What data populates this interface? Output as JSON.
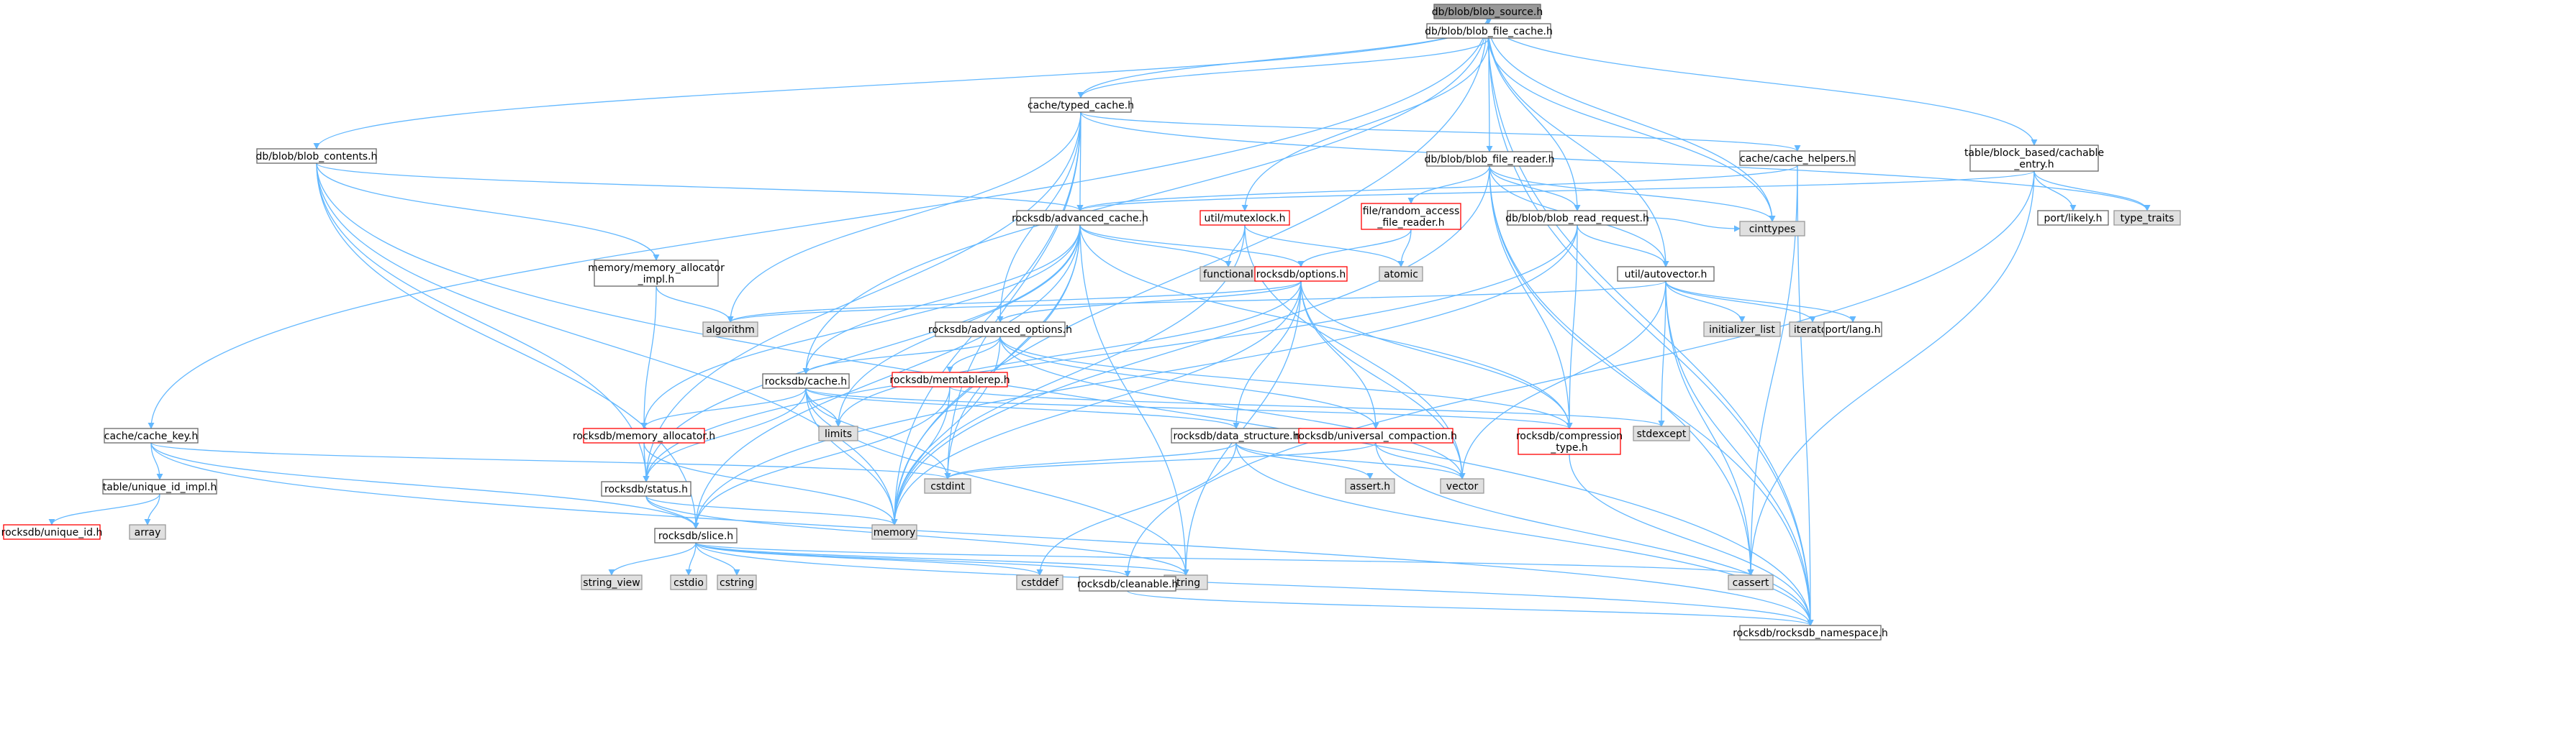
{
  "colors": {
    "edge": "#63b8ff",
    "normal_fill": "#ffffff",
    "normal_stroke": "#666666",
    "grey_fill": "#e0e0e0",
    "grey_stroke": "#999999",
    "red_stroke": "#ff0000",
    "root_fill": "#999999",
    "root_stroke": "#666666"
  },
  "nodes": [
    {
      "id": "root",
      "label": [
        "db/blob/blob_source.h"
      ],
      "style": "root"
    },
    {
      "id": "blob_file_cache",
      "label": [
        "db/blob/blob_file_cache.h"
      ],
      "style": "normal"
    },
    {
      "id": "typed_cache",
      "label": [
        "cache/typed_cache.h"
      ],
      "style": "normal"
    },
    {
      "id": "blob_contents",
      "label": [
        "db/blob/blob_contents.h"
      ],
      "style": "normal"
    },
    {
      "id": "blob_file_reader",
      "label": [
        "db/blob/blob_file_reader.h"
      ],
      "style": "normal"
    },
    {
      "id": "cache_helpers",
      "label": [
        "cache/cache_helpers.h"
      ],
      "style": "normal"
    },
    {
      "id": "cachable_entry",
      "label": [
        "table/block_based/cachable",
        "_entry.h"
      ],
      "style": "normal"
    },
    {
      "id": "advanced_cache",
      "label": [
        "rocksdb/advanced_cache.h"
      ],
      "style": "normal"
    },
    {
      "id": "mutexlock",
      "label": [
        "util/mutexlock.h"
      ],
      "style": "red"
    },
    {
      "id": "random_access",
      "label": [
        "file/random_access",
        "_file_reader.h"
      ],
      "style": "red"
    },
    {
      "id": "blob_read_request",
      "label": [
        "db/blob/blob_read_request.h"
      ],
      "style": "normal"
    },
    {
      "id": "port_likely",
      "label": [
        "port/likely.h"
      ],
      "style": "normal"
    },
    {
      "id": "type_traits",
      "label": [
        "type_traits"
      ],
      "style": "grey"
    },
    {
      "id": "cinttypes",
      "label": [
        "cinttypes"
      ],
      "style": "grey"
    },
    {
      "id": "functional",
      "label": [
        "functional"
      ],
      "style": "grey"
    },
    {
      "id": "atomic",
      "label": [
        "atomic"
      ],
      "style": "grey"
    },
    {
      "id": "memory_allocator_impl",
      "label": [
        "memory/memory_allocator",
        "_impl.h"
      ],
      "style": "normal"
    },
    {
      "id": "options",
      "label": [
        "rocksdb/options.h"
      ],
      "style": "red"
    },
    {
      "id": "autovector",
      "label": [
        "util/autovector.h"
      ],
      "style": "normal"
    },
    {
      "id": "algorithm",
      "label": [
        "algorithm"
      ],
      "style": "grey"
    },
    {
      "id": "advanced_options",
      "label": [
        "rocksdb/advanced_options.h"
      ],
      "style": "normal"
    },
    {
      "id": "initializer_list",
      "label": [
        "initializer_list"
      ],
      "style": "grey"
    },
    {
      "id": "iterator",
      "label": [
        "iterator"
      ],
      "style": "grey"
    },
    {
      "id": "port_lang",
      "label": [
        "port/lang.h"
      ],
      "style": "normal"
    },
    {
      "id": "memtablerep",
      "label": [
        "rocksdb/memtablerep.h"
      ],
      "style": "red"
    },
    {
      "id": "cache_h",
      "label": [
        "rocksdb/cache.h"
      ],
      "style": "normal"
    },
    {
      "id": "limits",
      "label": [
        "limits"
      ],
      "style": "grey"
    },
    {
      "id": "compression_type",
      "label": [
        "rocksdb/compression",
        "_type.h"
      ],
      "style": "red"
    },
    {
      "id": "stdexcept",
      "label": [
        "stdexcept"
      ],
      "style": "grey"
    },
    {
      "id": "cache_key",
      "label": [
        "cache/cache_key.h"
      ],
      "style": "normal"
    },
    {
      "id": "memory_allocator",
      "label": [
        "rocksdb/memory_allocator.h"
      ],
      "style": "red"
    },
    {
      "id": "data_structure",
      "label": [
        "rocksdb/data_structure.h"
      ],
      "style": "normal"
    },
    {
      "id": "universal_compaction",
      "label": [
        "rocksdb/universal_compaction.h"
      ],
      "style": "red"
    },
    {
      "id": "cstdint",
      "label": [
        "cstdint"
      ],
      "style": "grey"
    },
    {
      "id": "unique_id_impl",
      "label": [
        "table/unique_id_impl.h"
      ],
      "style": "normal"
    },
    {
      "id": "status",
      "label": [
        "rocksdb/status.h"
      ],
      "style": "normal"
    },
    {
      "id": "assert_h",
      "label": [
        "assert.h"
      ],
      "style": "grey"
    },
    {
      "id": "vector",
      "label": [
        "vector"
      ],
      "style": "grey"
    },
    {
      "id": "array",
      "label": [
        "array"
      ],
      "style": "grey"
    },
    {
      "id": "unique_id",
      "label": [
        "rocksdb/unique_id.h"
      ],
      "style": "red"
    },
    {
      "id": "memory",
      "label": [
        "memory"
      ],
      "style": "grey"
    },
    {
      "id": "slice",
      "label": [
        "rocksdb/slice.h"
      ],
      "style": "normal"
    },
    {
      "id": "string",
      "label": [
        "string"
      ],
      "style": "grey"
    },
    {
      "id": "cassert",
      "label": [
        "cassert"
      ],
      "style": "grey"
    },
    {
      "id": "string_view",
      "label": [
        "string_view"
      ],
      "style": "grey"
    },
    {
      "id": "cstdio",
      "label": [
        "cstdio"
      ],
      "style": "grey"
    },
    {
      "id": "cstring",
      "label": [
        "cstring"
      ],
      "style": "grey"
    },
    {
      "id": "cstddef",
      "label": [
        "cstddef"
      ],
      "style": "grey"
    },
    {
      "id": "cleanable",
      "label": [
        "rocksdb/cleanable.h"
      ],
      "style": "normal"
    },
    {
      "id": "namespace",
      "label": [
        "rocksdb/rocksdb_namespace.h"
      ],
      "style": "normal"
    }
  ],
  "edges": [
    [
      "root",
      "blob_file_cache"
    ],
    [
      "root",
      "typed_cache"
    ],
    [
      "root",
      "blob_contents"
    ],
    [
      "root",
      "cache_key"
    ],
    [
      "root",
      "cachable_entry"
    ],
    [
      "root",
      "blob_read_request"
    ],
    [
      "root",
      "autovector"
    ],
    [
      "root",
      "cinttypes"
    ],
    [
      "root",
      "cache_h"
    ],
    [
      "root",
      "memory"
    ],
    [
      "root",
      "namespace"
    ],
    [
      "blob_file_cache",
      "typed_cache"
    ],
    [
      "blob_file_cache",
      "blob_file_reader"
    ],
    [
      "blob_file_cache",
      "mutexlock"
    ],
    [
      "blob_file_cache",
      "cinttypes"
    ],
    [
      "blob_file_cache",
      "namespace"
    ],
    [
      "typed_cache",
      "cache_helpers"
    ],
    [
      "typed_cache",
      "advanced_cache"
    ],
    [
      "typed_cache",
      "advanced_options"
    ],
    [
      "typed_cache",
      "type_traits"
    ],
    [
      "typed_cache",
      "algorithm"
    ],
    [
      "typed_cache",
      "cstdint"
    ],
    [
      "typed_cache",
      "memory"
    ],
    [
      "typed_cache",
      "status"
    ],
    [
      "blob_contents",
      "advanced_cache"
    ],
    [
      "blob_contents",
      "memory_allocator_impl"
    ],
    [
      "blob_contents",
      "slice"
    ],
    [
      "blob_contents",
      "status"
    ],
    [
      "blob_contents",
      "memory"
    ],
    [
      "blob_contents",
      "namespace"
    ],
    [
      "blob_file_reader",
      "random_access"
    ],
    [
      "blob_file_reader",
      "blob_read_request"
    ],
    [
      "blob_file_reader",
      "autovector"
    ],
    [
      "blob_file_reader",
      "compression_type"
    ],
    [
      "blob_file_reader",
      "cinttypes"
    ],
    [
      "blob_file_reader",
      "memory"
    ],
    [
      "blob_file_reader",
      "cassert"
    ],
    [
      "blob_file_reader",
      "namespace"
    ],
    [
      "cache_helpers",
      "advanced_cache"
    ],
    [
      "cache_helpers",
      "cassert"
    ],
    [
      "cache_helpers",
      "namespace"
    ],
    [
      "cachable_entry",
      "advanced_cache"
    ],
    [
      "cachable_entry",
      "port_likely"
    ],
    [
      "cachable_entry",
      "type_traits"
    ],
    [
      "cachable_entry",
      "cassert"
    ],
    [
      "cachable_entry",
      "cleanable"
    ],
    [
      "advanced_cache",
      "functional"
    ],
    [
      "advanced_cache",
      "options"
    ],
    [
      "advanced_cache",
      "cache_h"
    ],
    [
      "advanced_cache",
      "memory_allocator"
    ],
    [
      "advanced_cache",
      "slice"
    ],
    [
      "advanced_cache",
      "status"
    ],
    [
      "advanced_cache",
      "compression_type"
    ],
    [
      "advanced_cache",
      "memory"
    ],
    [
      "advanced_cache",
      "string"
    ],
    [
      "advanced_cache",
      "cstdint"
    ],
    [
      "advanced_cache",
      "limits"
    ],
    [
      "mutexlock",
      "functional"
    ],
    [
      "mutexlock",
      "atomic"
    ],
    [
      "mutexlock",
      "memory"
    ],
    [
      "mutexlock",
      "vector"
    ],
    [
      "random_access",
      "options"
    ],
    [
      "random_access",
      "atomic"
    ],
    [
      "blob_read_request",
      "autovector"
    ],
    [
      "blob_read_request",
      "compression_type"
    ],
    [
      "blob_read_request",
      "cinttypes"
    ],
    [
      "blob_read_request",
      "status"
    ],
    [
      "blob_read_request",
      "slice"
    ],
    [
      "memory_allocator_impl",
      "algorithm"
    ],
    [
      "memory_allocator_impl",
      "memory_allocator"
    ],
    [
      "options",
      "advanced_options"
    ],
    [
      "options",
      "compression_type"
    ],
    [
      "options",
      "data_structure"
    ],
    [
      "options",
      "universal_compaction"
    ],
    [
      "options",
      "memory"
    ],
    [
      "options",
      "string"
    ],
    [
      "options",
      "vector"
    ],
    [
      "options",
      "limits"
    ],
    [
      "options",
      "algorithm"
    ],
    [
      "autovector",
      "algorithm"
    ],
    [
      "autovector",
      "initializer_list"
    ],
    [
      "autovector",
      "iterator"
    ],
    [
      "autovector",
      "port_lang"
    ],
    [
      "autovector",
      "stdexcept"
    ],
    [
      "autovector",
      "vector"
    ],
    [
      "autovector",
      "cassert"
    ],
    [
      "autovector",
      "namespace"
    ],
    [
      "advanced_options",
      "memtablerep"
    ],
    [
      "advanced_options",
      "cache_h"
    ],
    [
      "advanced_options",
      "compression_type"
    ],
    [
      "advanced_options",
      "universal_compaction"
    ],
    [
      "advanced_options",
      "memory"
    ],
    [
      "advanced_options",
      "vector"
    ],
    [
      "memtablerep",
      "stdexcept"
    ],
    [
      "memtablerep",
      "memory"
    ],
    [
      "memtablerep",
      "slice"
    ],
    [
      "cache_h",
      "memory_allocator"
    ],
    [
      "cache_h",
      "data_structure"
    ],
    [
      "cache_h",
      "compression_type"
    ],
    [
      "cache_h",
      "limits"
    ],
    [
      "cache_h",
      "cstdint"
    ],
    [
      "cache_h",
      "memory"
    ],
    [
      "cache_h",
      "string"
    ],
    [
      "cache_h",
      "status"
    ],
    [
      "compression_type",
      "namespace"
    ],
    [
      "cache_key",
      "unique_id_impl"
    ],
    [
      "cache_key",
      "cstdint"
    ],
    [
      "cache_key",
      "slice"
    ],
    [
      "cache_key",
      "namespace"
    ],
    [
      "memory_allocator",
      "status"
    ],
    [
      "memory_allocator",
      "memory"
    ],
    [
      "data_structure",
      "assert_h"
    ],
    [
      "data_structure",
      "cstddef"
    ],
    [
      "data_structure",
      "cstdint"
    ],
    [
      "data_structure",
      "vector"
    ],
    [
      "data_structure",
      "namespace"
    ],
    [
      "universal_compaction",
      "cstdint"
    ],
    [
      "universal_compaction",
      "vector"
    ],
    [
      "universal_compaction",
      "namespace"
    ],
    [
      "unique_id_impl",
      "array"
    ],
    [
      "unique_id_impl",
      "unique_id"
    ],
    [
      "status",
      "memory"
    ],
    [
      "status",
      "string"
    ],
    [
      "status",
      "slice"
    ],
    [
      "slice",
      "string_view"
    ],
    [
      "slice",
      "cstdio"
    ],
    [
      "slice",
      "cstring"
    ],
    [
      "slice",
      "cstddef"
    ],
    [
      "slice",
      "string"
    ],
    [
      "slice",
      "cassert"
    ],
    [
      "slice",
      "cleanable"
    ],
    [
      "slice",
      "namespace"
    ],
    [
      "cleanable",
      "namespace"
    ]
  ]
}
